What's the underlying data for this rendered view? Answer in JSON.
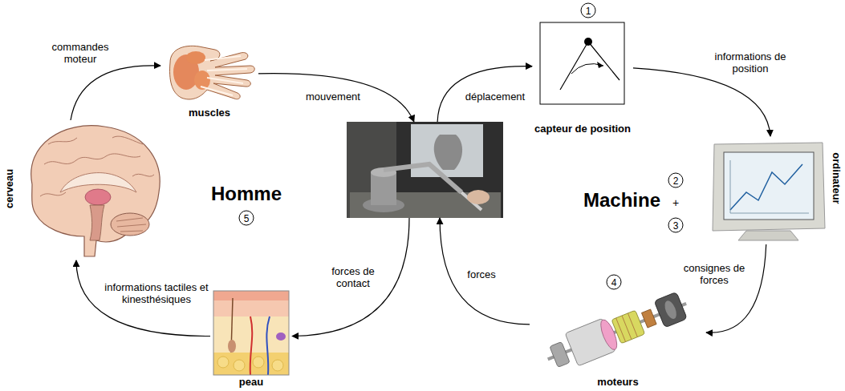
{
  "diagram": {
    "nodes": [
      {
        "text": [
          "muscles"
        ]
      },
      {
        "text": [
          "capteur de position"
        ]
      },
      {
        "text": [
          "cerveau"
        ]
      },
      {
        "text": []
      },
      {
        "text": [
          "ordinateur"
        ]
      },
      {
        "text": [
          "peau"
        ]
      },
      {
        "text": [
          "moteurs"
        ]
      }
    ],
    "edges": [
      {
        "from": 2,
        "to": 0,
        "arrow": "to",
        "label": "commandes moteur"
      },
      {
        "from": 0,
        "to": 3,
        "arrow": "to",
        "label": "mouvement"
      },
      {
        "from": 3,
        "to": 1,
        "arrow": "to",
        "label": "déplacement"
      },
      {
        "from": 1,
        "to": 4,
        "arrow": "to",
        "label": "informations de position"
      },
      {
        "from": 4,
        "to": 6,
        "arrow": "to",
        "label": "consignes de forces"
      },
      {
        "from": 6,
        "to": 3,
        "arrow": "to",
        "label": "forces"
      },
      {
        "from": 3,
        "to": 5,
        "arrow": "to",
        "label": "forces de contact"
      },
      {
        "from": 5,
        "to": 2,
        "arrow": "to",
        "label": "informations tactiles et kinesthésiques"
      }
    ],
    "labels": [
      "1",
      "Homme",
      "5",
      "Machine",
      "2",
      "+",
      "3",
      "4"
    ]
  }
}
